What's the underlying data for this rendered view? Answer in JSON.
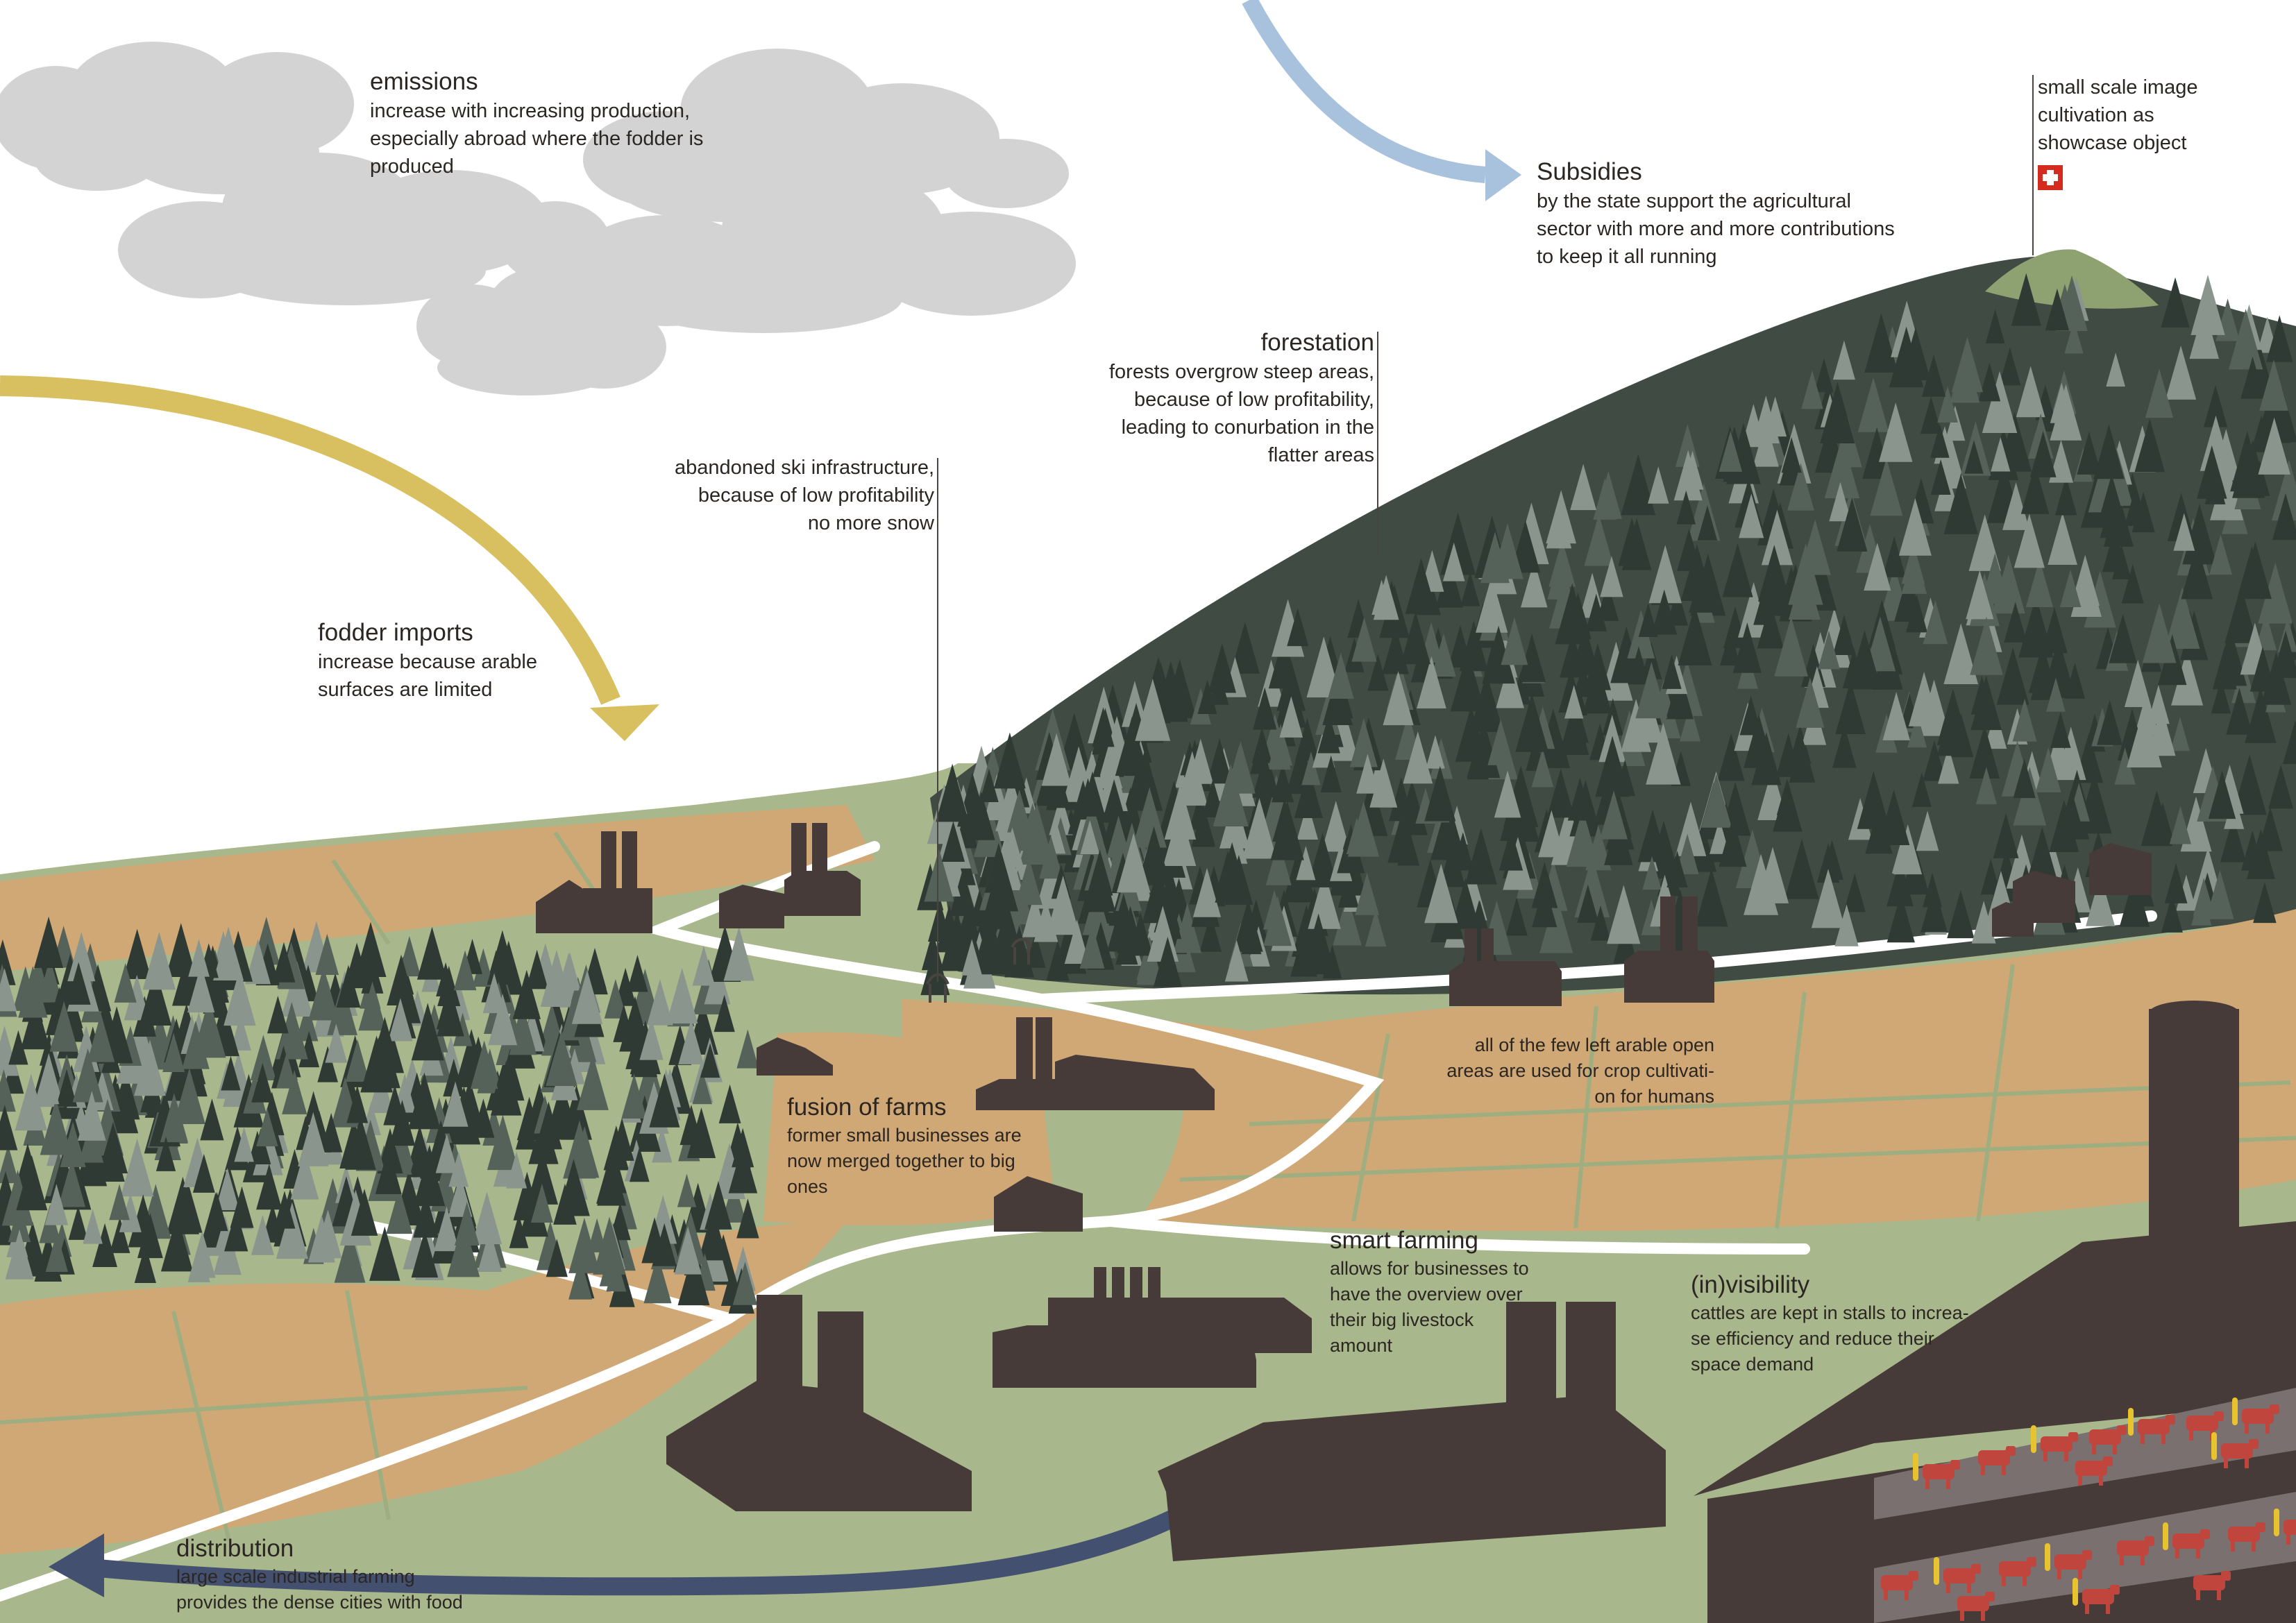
{
  "colors": {
    "cloud": "#d3d3d4",
    "meadow": "#a9b78c",
    "field": "#d0a875",
    "path": "#ffffff",
    "tree_dark": "#2e3a33",
    "tree_mid": "#55625a",
    "tree_light": "#8a958e",
    "building": "#463b38",
    "cattle": "#c0453d",
    "corn": "#e8c32e",
    "arrow_fodder": "#d8c060",
    "arrow_subsidies": "#a8c2dd",
    "arrow_distribution": "#44506f",
    "text": "#2b2622"
  },
  "icons": {
    "swiss_flag": "swiss-flag-icon",
    "ski_lift": "ski-lift-icon"
  },
  "labels": {
    "emissions": {
      "heading": "emissions",
      "body": "increase with increasing production,\nespecially abroad where the fodder is\nproduced"
    },
    "subsidies": {
      "heading": "Subsidies",
      "body": "by the state support the agricultural\nsector with more and more contributions\nto keep it all running"
    },
    "showcase": {
      "body": "small scale image\ncultivation as\nshowcase object"
    },
    "forestation": {
      "heading": "forestation",
      "body": "forests overgrow steep areas,\nbecause of low profitability,\nleading to conurbation in the\nflatter areas"
    },
    "ski": {
      "body": "abandoned ski infrastructure,\nbecause of low profitability\nno more snow"
    },
    "fodder": {
      "heading": "fodder imports",
      "body": "increase because arable\nsurfaces are limited"
    },
    "arable": {
      "body": "all of the few left arable open\nareas are used for crop cultivati-\non for humans"
    },
    "fusion": {
      "heading": "fusion of farms",
      "body": "former small businesses are\nnow merged together to big\nones"
    },
    "smart": {
      "heading": "smart farming",
      "body": "allows for businesses to\nhave the overview over\ntheir big livestock\namount"
    },
    "invisibility": {
      "heading": "(in)visibility",
      "body": "cattles are kept in stalls to increa-\nse efficiency and reduce their\nspace demand"
    },
    "distribution": {
      "heading": "distribution",
      "body": "large scale industrial farming\nprovides the dense cities with food"
    }
  }
}
